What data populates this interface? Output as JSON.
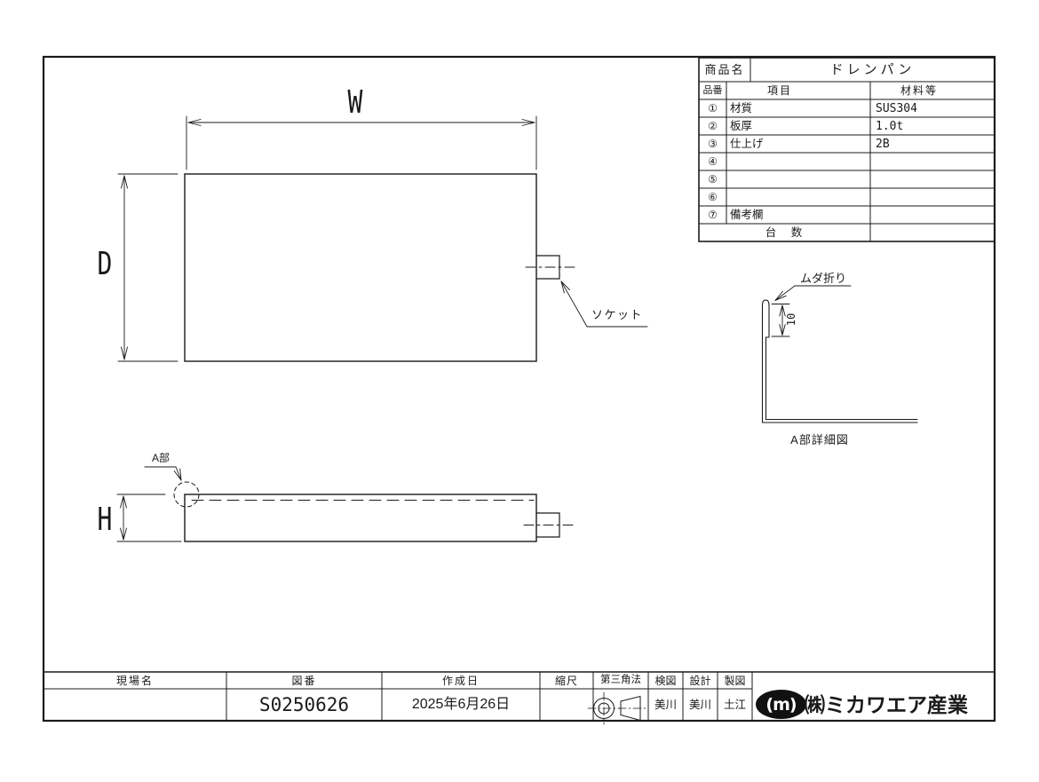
{
  "colors": {
    "ink": "#1a1a1a",
    "paper": "#ffffff"
  },
  "spec_table": {
    "product_label": "商品名",
    "product_name": "ドレンパン",
    "headers": {
      "no": "品番",
      "item": "項目",
      "material": "材料等"
    },
    "rows": [
      {
        "no": "①",
        "item": "材質",
        "material": "SUS304"
      },
      {
        "no": "②",
        "item": "板厚",
        "material": "1.0t"
      },
      {
        "no": "③",
        "item": "仕上げ",
        "material": "2B"
      },
      {
        "no": "④",
        "item": "",
        "material": ""
      },
      {
        "no": "⑤",
        "item": "",
        "material": ""
      },
      {
        "no": "⑥",
        "item": "",
        "material": ""
      },
      {
        "no": "⑦",
        "item": "備考欄",
        "material": ""
      }
    ],
    "quantity_label": "台　数",
    "quantity_value": ""
  },
  "views": {
    "plan": {
      "width_dim": "W",
      "depth_dim": "D",
      "socket_label": "ソケット"
    },
    "side": {
      "height_dim": "H",
      "detail_ref": "A部"
    },
    "detail": {
      "hem_label": "ムダ折り",
      "hem_depth_dim": "10",
      "caption": "A部詳細図"
    }
  },
  "title_block": {
    "site_label": "現場名",
    "site_value": "",
    "drawing_no_label": "図番",
    "drawing_no": "S0250626",
    "created_label": "作成日",
    "created_date": "2025年6月26日",
    "scale_label": "縮尺",
    "scale_value": "",
    "projection_label": "第三角法",
    "check_label": "検図",
    "check_value": "美川",
    "design_label": "設計",
    "design_value": "美川",
    "draft_label": "製図",
    "draft_value": "土江",
    "company_mark": "(m)",
    "company_name": "㈱ミカワエア産業"
  }
}
